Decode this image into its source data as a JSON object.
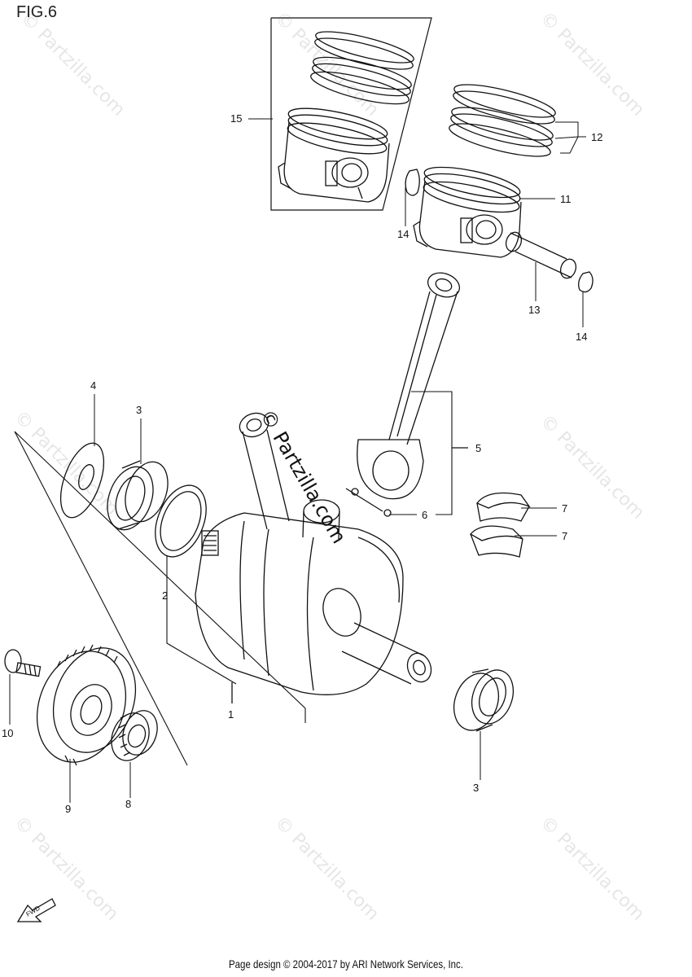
{
  "figure_label": "FIG.6",
  "watermark_text": "© Partzilla.com",
  "footer_text": "Page design © 2004-2017 by ARI Network Services, Inc.",
  "fwd_label": "FWD",
  "callouts": {
    "c1": "1",
    "c2": "2",
    "c3a": "3",
    "c3b": "3",
    "c4": "4",
    "c5": "5",
    "c6": "6",
    "c7a": "7",
    "c7b": "7",
    "c8": "8",
    "c9": "9",
    "c10": "10",
    "c11": "11",
    "c12": "12",
    "c13": "13",
    "c14a": "14",
    "c14b": "14",
    "c15": "15"
  }
}
